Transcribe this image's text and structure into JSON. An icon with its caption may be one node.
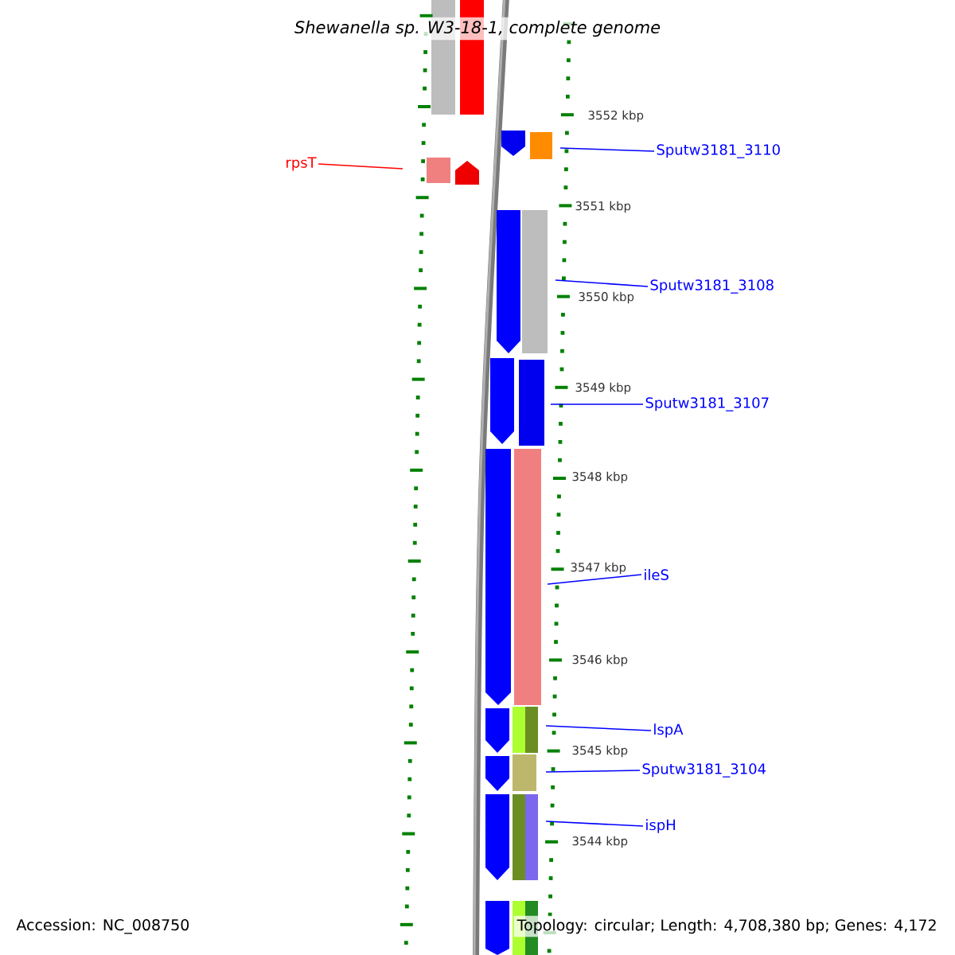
{
  "diagram": {
    "title": "Shewanella sp. W3-18-1, complete genome",
    "nodes": [
      {
        "text": [
          "rpsT"
        ]
      },
      {
        "text": [
          "Sputw3181_3110"
        ]
      },
      {
        "text": [
          "Sputw3181_3108"
        ]
      },
      {
        "text": [
          "Sputw3181_3107"
        ]
      },
      {
        "text": [
          "ileS"
        ]
      },
      {
        "text": [
          "lspA"
        ]
      },
      {
        "text": [
          "Sputw3181_3104"
        ]
      },
      {
        "text": [
          "ispH"
        ]
      }
    ],
    "edges": [
      {
        "from": 0,
        "to": null,
        "arrow": "none",
        "color": "#ff0000"
      },
      {
        "from": 1,
        "to": null,
        "arrow": "none"
      },
      {
        "from": 2,
        "to": null,
        "arrow": "none"
      },
      {
        "from": 3,
        "to": null,
        "arrow": "none"
      },
      {
        "from": 4,
        "to": null,
        "arrow": "none"
      },
      {
        "from": 5,
        "to": null,
        "arrow": "none"
      },
      {
        "from": 6,
        "to": null,
        "arrow": "none"
      },
      {
        "from": 7,
        "to": null,
        "arrow": "none"
      }
    ],
    "labels": [
      "3552 kbp",
      "3551 kbp",
      "3550 kbp",
      "3549 kbp",
      "3548 kbp",
      "3547 kbp",
      "3546 kbp",
      "3545 kbp",
      "3544 kbp",
      "Accession: NC_008750",
      "Topology: circular; Length: 4,708,380 bp; Genes: 4,172"
    ]
  }
}
